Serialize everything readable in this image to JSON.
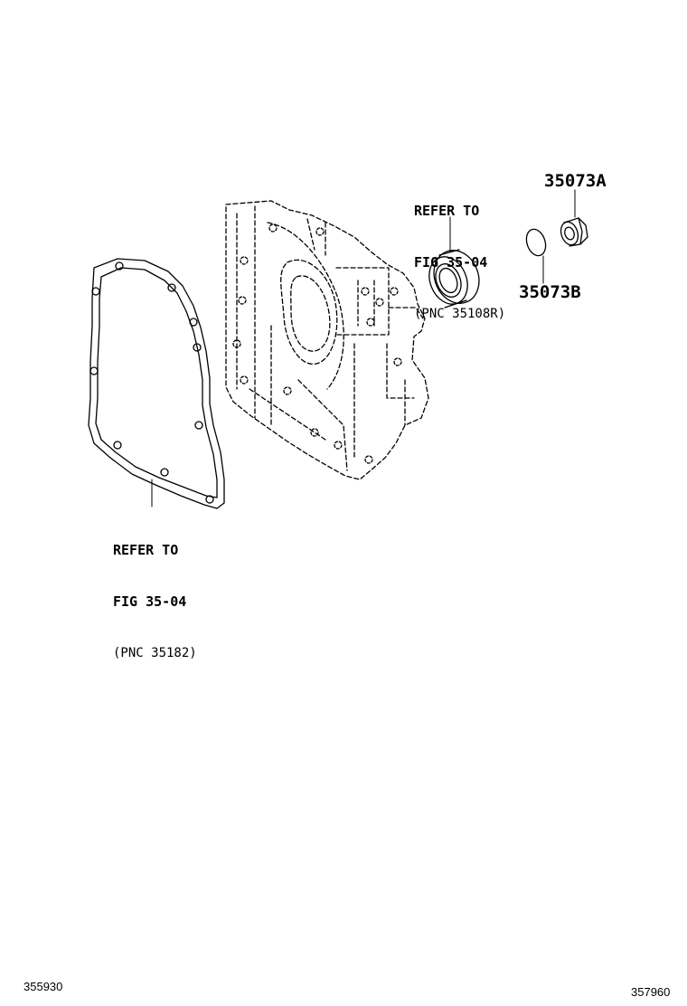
{
  "callouts": {
    "oil_seal_ref": {
      "line1": "REFER TO",
      "line2": "FIG 35-04",
      "line3": "(PNC 35108R)"
    },
    "gasket_ref": {
      "line1": "REFER TO",
      "line2": "FIG 35-04",
      "line3": "(PNC 35182)"
    }
  },
  "part_numbers": {
    "plug": "35073A",
    "o_ring": "35073B"
  },
  "footer": {
    "left_code": "355930",
    "right_code": "357960"
  }
}
